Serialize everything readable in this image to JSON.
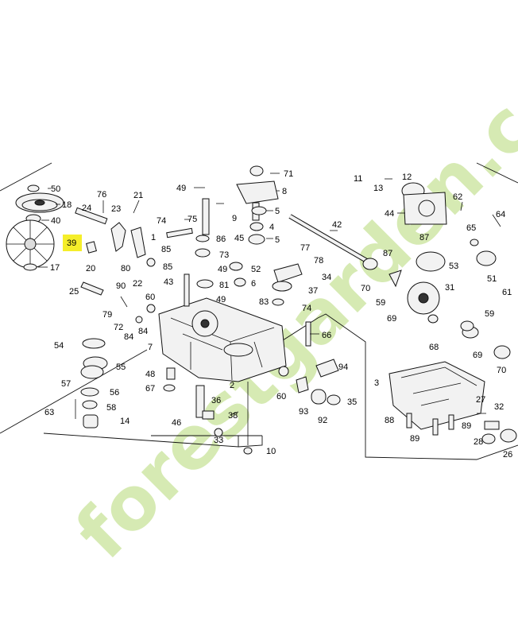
{
  "watermark": "forestgarden.com",
  "highlight": {
    "part": "39",
    "color": "#f5ee2a"
  },
  "colors": {
    "line": "#111111",
    "watermark": "#c9e39a",
    "background": "#ffffff"
  },
  "labels": [
    "50",
    "18",
    "40",
    "39",
    "17",
    "76",
    "24",
    "23",
    "21",
    "20",
    "80",
    "22",
    "25",
    "90",
    "79",
    "72",
    "84",
    "60",
    "7",
    "54",
    "55",
    "57",
    "56",
    "63",
    "58",
    "14",
    "49",
    "74",
    "75",
    "1",
    "86",
    "85",
    "73",
    "43",
    "81",
    "49b",
    "48",
    "67",
    "36",
    "46",
    "38",
    "33",
    "2",
    "10",
    "71",
    "8",
    "5",
    "9",
    "4",
    "45",
    "5b",
    "52",
    "77",
    "78",
    "6",
    "34",
    "37",
    "83",
    "74b",
    "66",
    "94",
    "60b",
    "93",
    "92",
    "35",
    "11",
    "12",
    "13",
    "62",
    "44",
    "87",
    "87b",
    "42",
    "65",
    "53",
    "51",
    "61",
    "64",
    "70",
    "59",
    "69",
    "31",
    "68",
    "59b",
    "69b",
    "70b",
    "3",
    "27",
    "32",
    "88",
    "89",
    "89b",
    "28",
    "26"
  ],
  "label_text": {
    "50": "50",
    "18": "18",
    "40": "40",
    "39": "39",
    "17": "17",
    "76": "76",
    "24": "24",
    "23": "23",
    "21": "21",
    "20": "20",
    "80": "80",
    "22": "22",
    "25": "25",
    "90": "90",
    "79": "79",
    "72": "72",
    "84": "84",
    "60": "60",
    "7": "7",
    "54": "54",
    "55": "55",
    "57": "57",
    "56": "56",
    "63": "63",
    "58": "58",
    "14": "14",
    "49": "49",
    "74": "74",
    "75": "75",
    "1": "1",
    "86": "86",
    "85": "85",
    "73": "73",
    "43": "43",
    "81": "81",
    "49b": "49",
    "48": "48",
    "67": "67",
    "36": "36",
    "46": "46",
    "38": "38",
    "33": "33",
    "2": "2",
    "10": "10",
    "71": "71",
    "8": "8",
    "5": "5",
    "9": "9",
    "4": "4",
    "45": "45",
    "5b": "5",
    "52": "52",
    "77": "77",
    "78": "78",
    "6": "6",
    "34": "34",
    "37": "37",
    "83": "83",
    "74b": "74",
    "66": "66",
    "94": "94",
    "60b": "60",
    "93": "93",
    "92": "92",
    "35": "35",
    "11": "11",
    "12": "12",
    "13": "13",
    "62": "62",
    "44": "44",
    "87": "87",
    "87b": "87",
    "42": "42",
    "65": "65",
    "53": "53",
    "51": "51",
    "61": "61",
    "64": "64",
    "70": "70",
    "59": "59",
    "69": "69",
    "31": "31",
    "68": "68",
    "59b": "59",
    "69b": "69",
    "70b": "70",
    "3": "3",
    "27": "27",
    "32": "32",
    "88": "88",
    "89": "89",
    "89b": "89",
    "28": "28",
    "26": "26"
  }
}
